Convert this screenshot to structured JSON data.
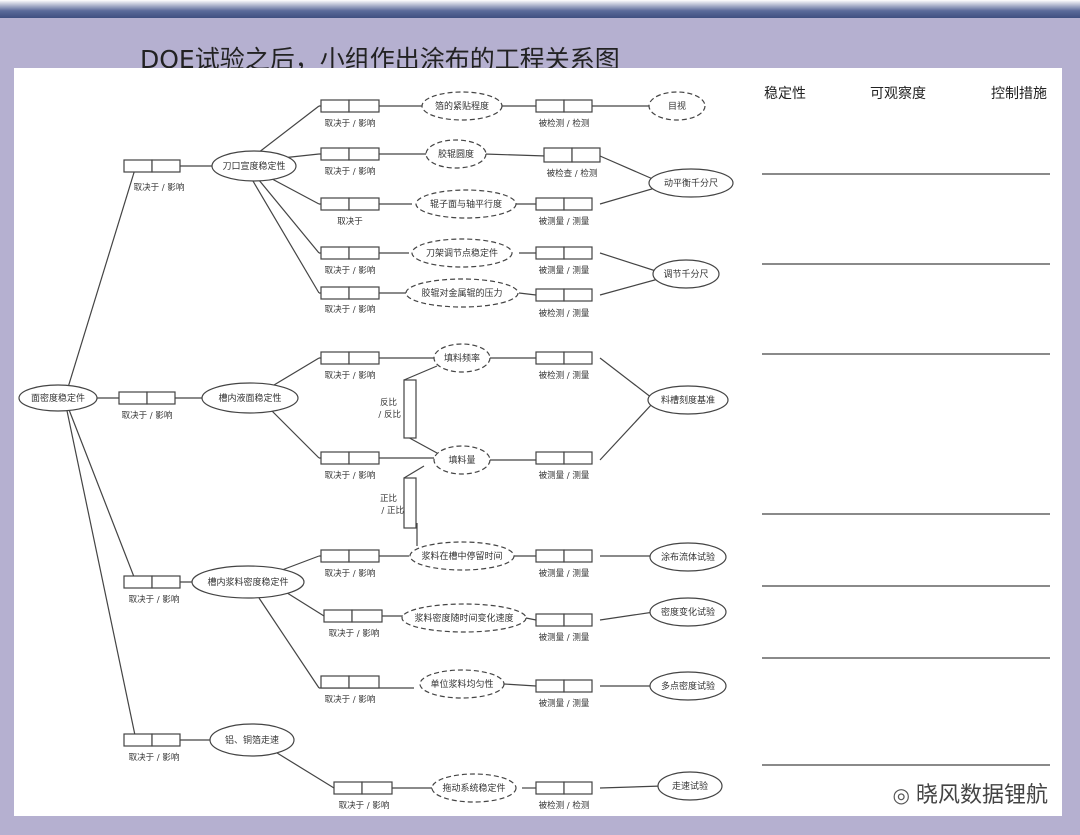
{
  "title": "DOE试验之后，小组作出涂布的工程关系图",
  "columns": [
    "稳定性",
    "可观察度",
    "控制措施"
  ],
  "root": "面密度稳定件",
  "level1": [
    "刀口宣度稳定性",
    "槽内液面稳定性",
    "槽内浆料密度稳定件",
    "铝、铜箔走速"
  ],
  "factors": [
    "箔的紧贴程度",
    "胶辊圆度",
    "辊子面与轴平行度",
    "刀架调节点稳定件",
    "胶辊对金属辊的压力",
    "填料频率",
    "填料量",
    "浆料在槽中停留时间",
    "浆料密度随时间变化速度",
    "单位浆料均匀性",
    "拖动系统稳定件"
  ],
  "measures": [
    "目视",
    "动平衡千分尺",
    "调节千分尺",
    "料槽刻度基准",
    "涂布流体试验",
    "密度变化试验",
    "多点密度试验",
    "走速试验"
  ],
  "rel_labels": {
    "depends_affects": "取决于 / 影响",
    "depends": "取决于",
    "inspected_test": "被检测 / 检测",
    "checked_test": "被检查 / 检测",
    "measured_measure": "被测量 / 测量",
    "inspected_measure": "被检测 / 测量"
  },
  "corr": {
    "inverse_a": "反比",
    "inverse_b": "/ 反比",
    "direct_a": "正比",
    "direct_b": "/ 正比"
  },
  "watermark": "晓风数据锂航"
}
